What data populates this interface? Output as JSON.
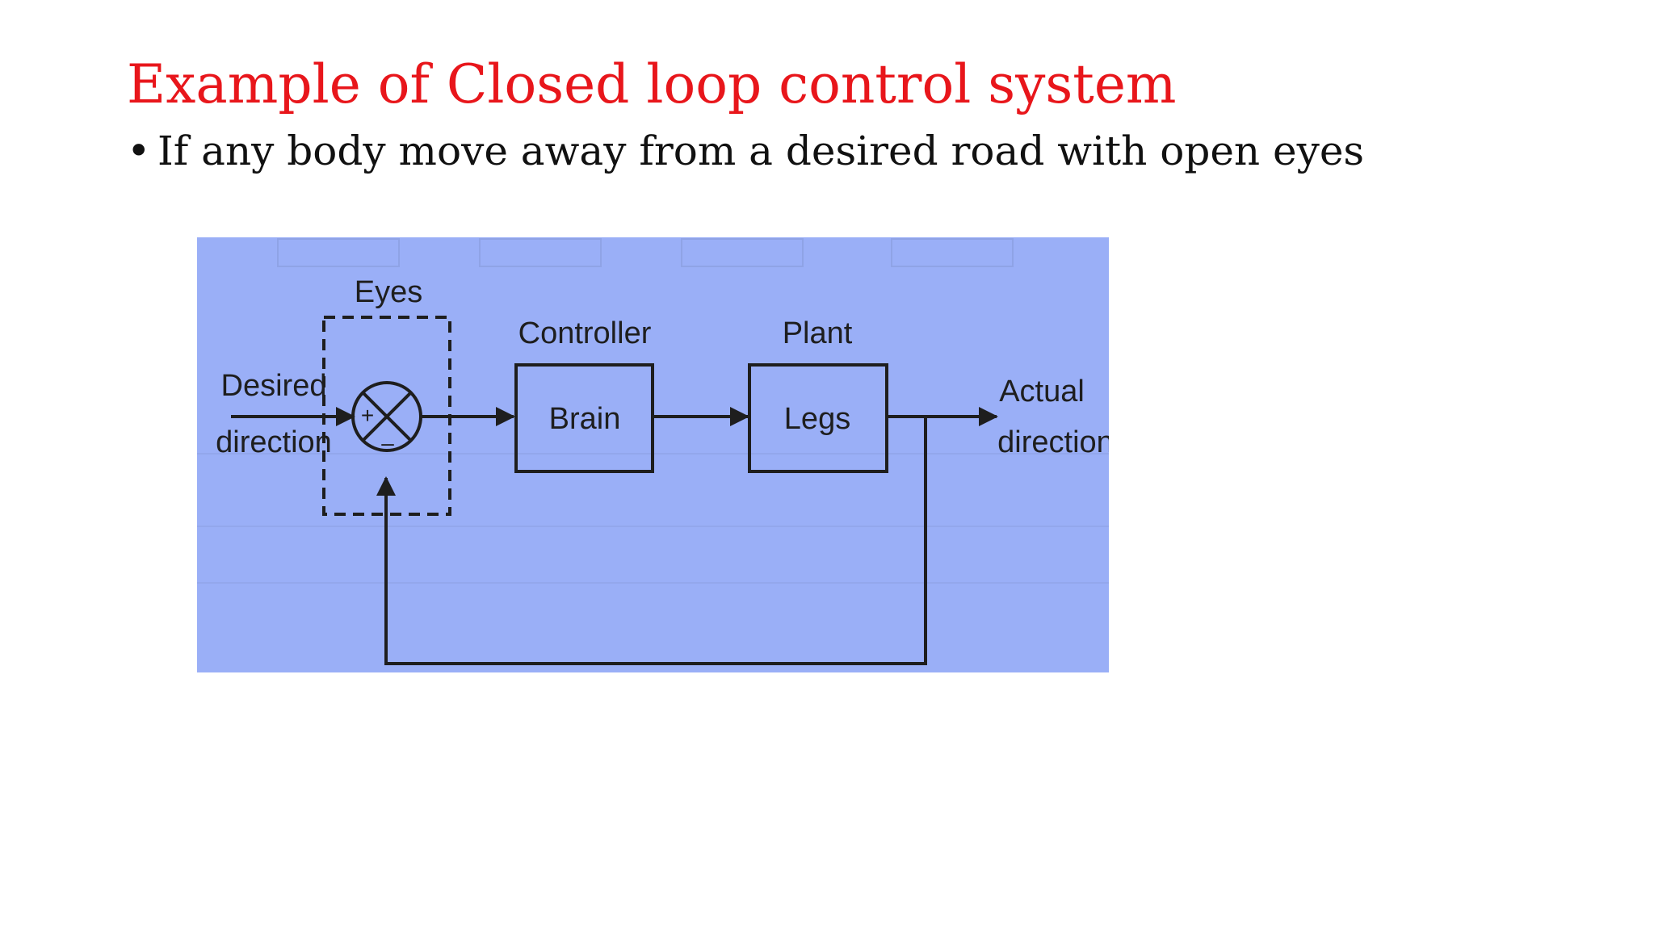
{
  "slide": {
    "title": "Example of Closed loop control system",
    "bullet_marker": "•",
    "bullet_text": "If any body move away from a desired road with open eyes"
  },
  "diagram": {
    "background_color": "#9aaff7",
    "line_color": "#1e1e1e",
    "eyes_label": "Eyes",
    "input_label_line1": "Desired",
    "input_label_line2": "direction",
    "plus_sign": "+",
    "minus_sign": "–",
    "controller_heading": "Controller",
    "controller_block": "Brain",
    "plant_heading": "Plant",
    "plant_block": "Legs",
    "output_label_line1": "Actual",
    "output_label_line2": "direction"
  }
}
